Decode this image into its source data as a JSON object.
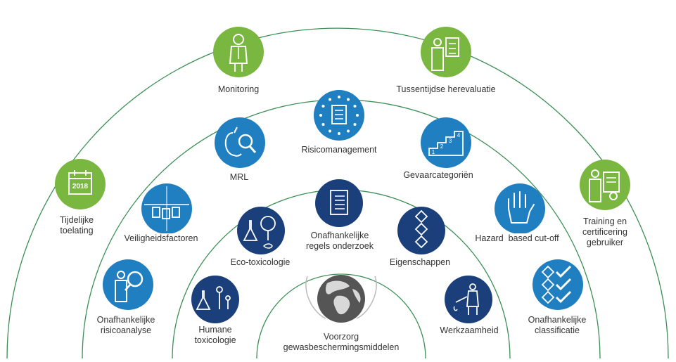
{
  "colors": {
    "green": "#7ab740",
    "blue_mid": "#1f7fc1",
    "blue_dark": "#1a3f7a",
    "arc": "#3b8f55",
    "text": "#333333"
  },
  "outer_ring": {
    "monitoring": {
      "label": "Monitoring",
      "icon": "inspector-icon"
    },
    "tussentijdse": {
      "label": "Tussentijdse herevaluatie",
      "icon": "clipboard-checklist-icon"
    },
    "tijdelijke": {
      "line1": "Tijdelijke",
      "line2": "toelating",
      "icon": "calendar-2018-icon",
      "calendar_year": "2018"
    },
    "training": {
      "line1": "Training en",
      "line2": "certificering",
      "line3": "gebruiker",
      "icon": "certificate-icon"
    },
    "risicoanalyse": {
      "line1": "Onafhankelijke",
      "line2": "risicoanalyse",
      "icon": "presenter-magnifier-icon"
    },
    "classificatie": {
      "line1": "Onafhankelijke",
      "line2": "classificatie",
      "icon": "hazard-checklist-icon"
    }
  },
  "middle_ring": {
    "risicomanagement": {
      "label": "Risicomanagement",
      "icon": "eu-document-icon"
    },
    "mrl": {
      "label": "MRL",
      "icon": "apple-magnifier-icon"
    },
    "gevaar": {
      "label": "Gevaarcategoriën",
      "icon": "steps-chart-icon",
      "steps": [
        "1",
        "2",
        "3",
        "4"
      ]
    },
    "veiligheid": {
      "label": "Veiligheidsfactoren",
      "icon": "tags-icon"
    },
    "hazard": {
      "label": "Hazard  based cut-off",
      "icon": "hand-stop-icon"
    }
  },
  "inner_ring": {
    "regels": {
      "line1": "Onafhankelijke",
      "line2": "regels onderzoek",
      "icon": "document-list-icon"
    },
    "eco": {
      "label": "Eco-toxicologie",
      "icon": "flask-tree-fish-icon"
    },
    "eigenschappen": {
      "label": "Eigenschappen",
      "icon": "hazard-diamonds-icon"
    },
    "humane": {
      "line1": "Humane",
      "line2": "toxicologie",
      "icon": "flask-people-icon"
    },
    "werkzaamheid": {
      "label": "Werkzaamheid",
      "icon": "sprayer-person-icon"
    }
  },
  "center": {
    "line1": "Voorzorg",
    "line2": "gewasbeschermingsmiddelen",
    "icon": "globe-hands-icon"
  }
}
